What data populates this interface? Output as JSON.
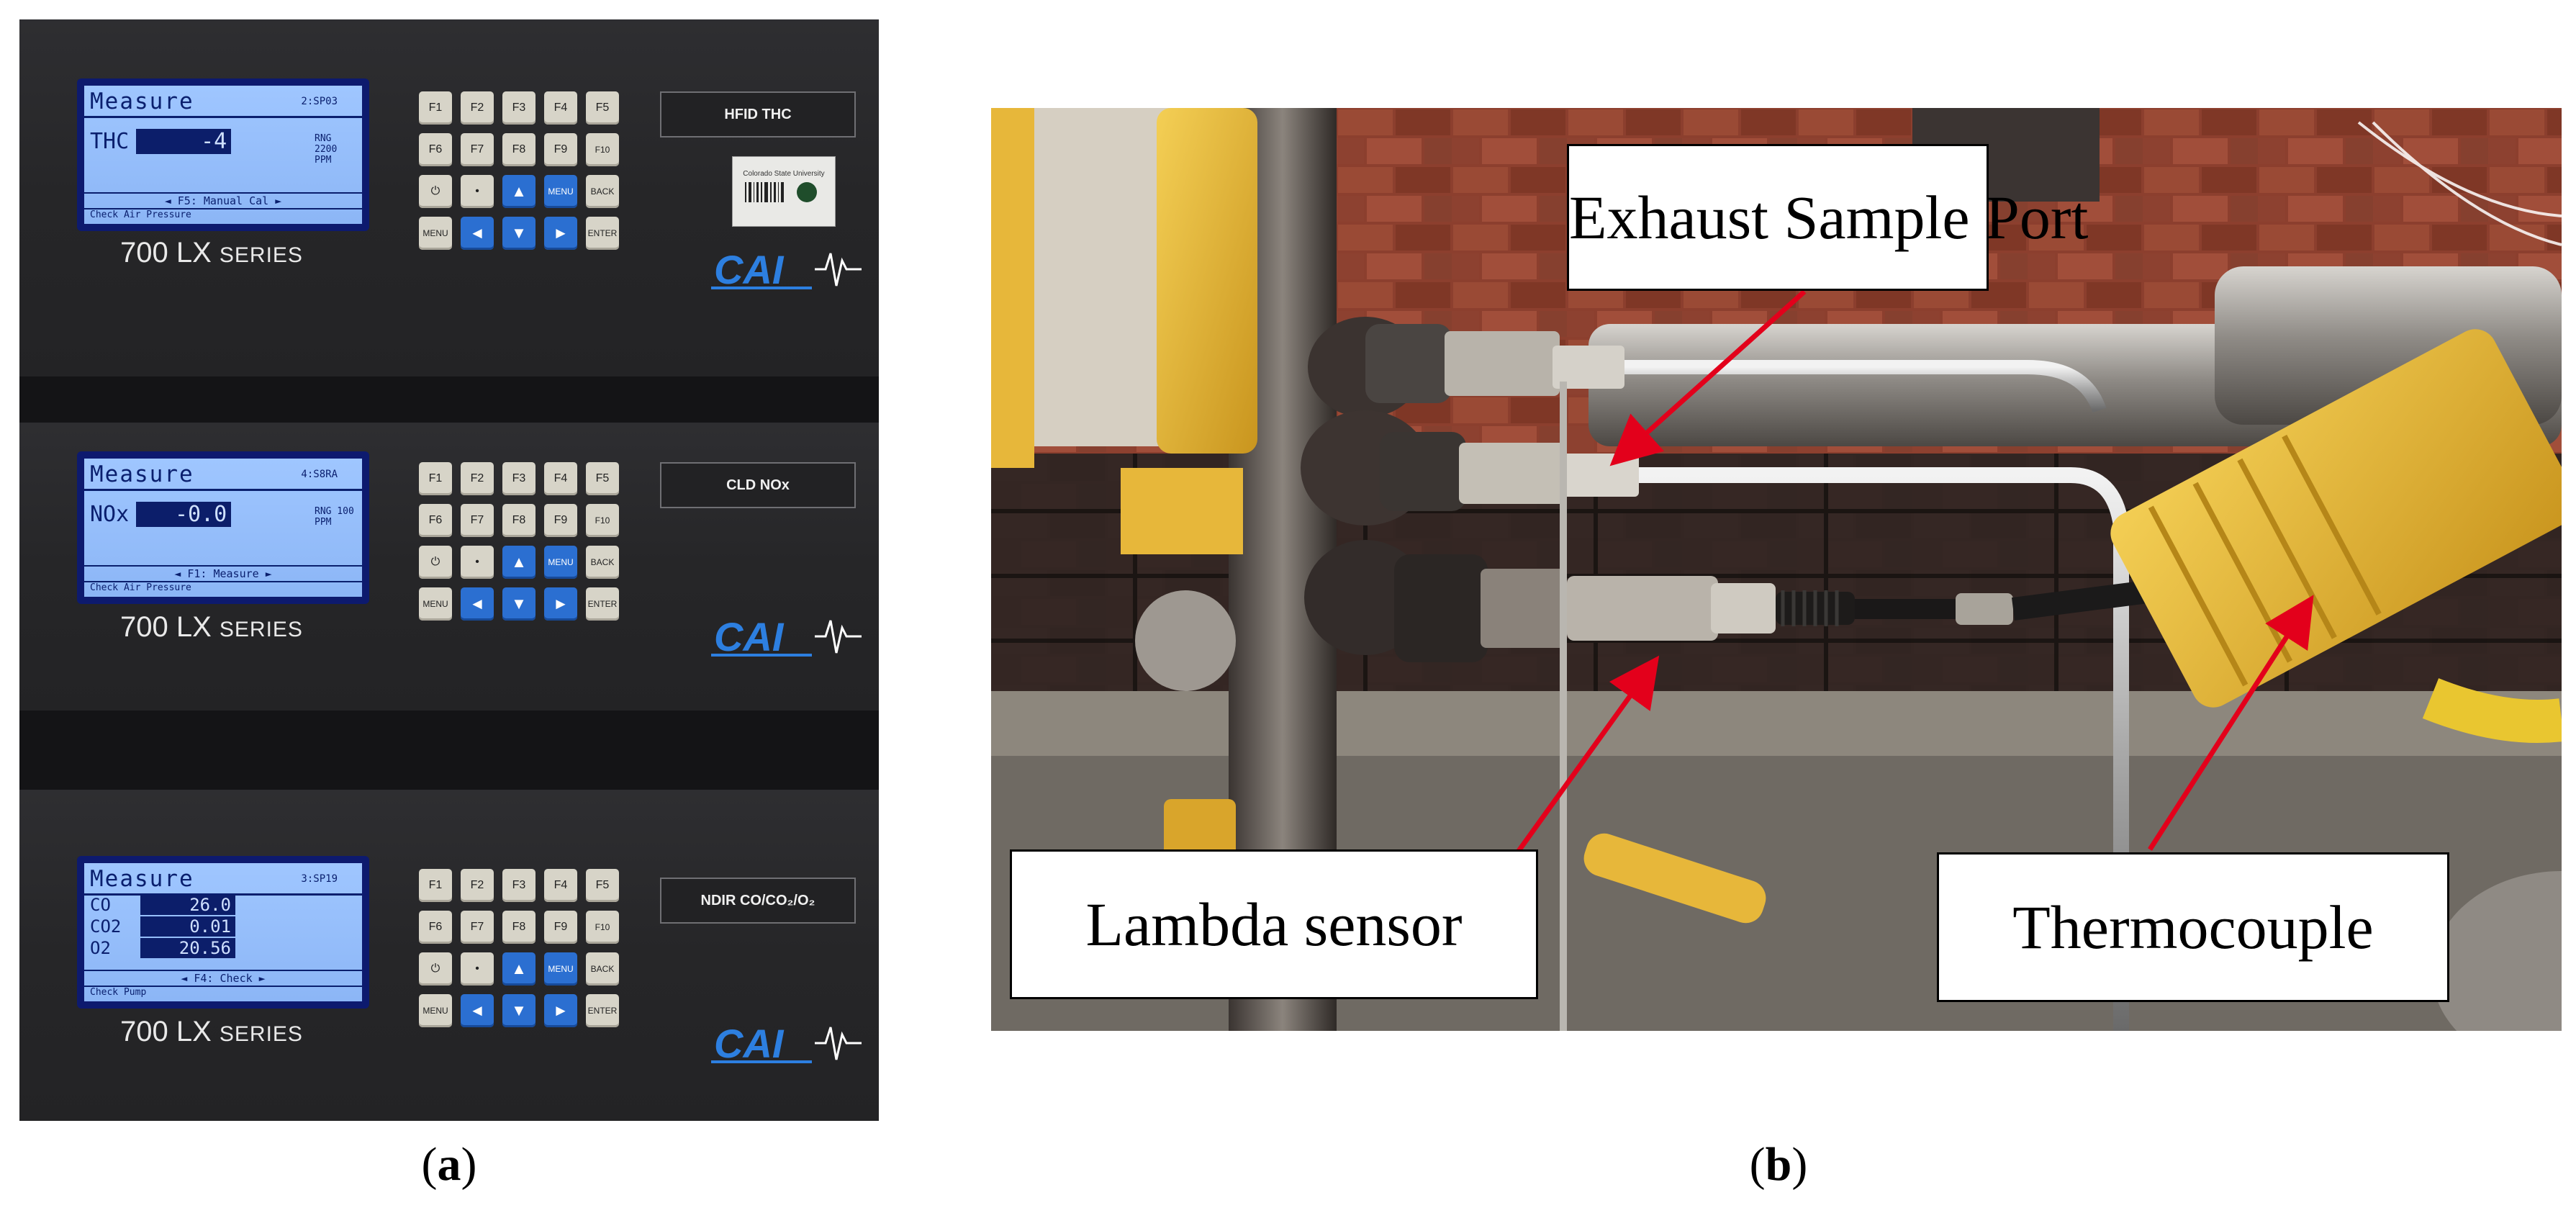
{
  "panel_a": {
    "caption_letter": "a",
    "units": [
      {
        "lcd_title": "Measure",
        "lcd_title_range": "2:SP03",
        "rows": [
          {
            "label": "THC",
            "value": "-4",
            "side": "RNG 2200 PPM"
          }
        ],
        "menu": "◄ F5: Manual Cal ►",
        "status": "Check Air Pressure",
        "series": "700 LX",
        "series_suffix": "SERIES",
        "label_plate": "HFID THC",
        "brand": "CAI",
        "sticker": "Colorado State University"
      },
      {
        "lcd_title": "Measure",
        "lcd_title_range": "4:S8RA",
        "rows": [
          {
            "label": "NOx",
            "value": "-0.0",
            "side": "RNG 100 PPM"
          }
        ],
        "menu": "◄ F1: Measure ►",
        "status": "Check Air Pressure",
        "series": "700 LX",
        "series_suffix": "SERIES",
        "label_plate": "CLD NOx",
        "brand": "CAI"
      },
      {
        "lcd_title": "Measure",
        "lcd_title_range": "3:SP19",
        "rows": [
          {
            "label": "CO",
            "value": "26.0",
            "side": ""
          },
          {
            "label": "CO2",
            "value": "0.01",
            "side": ""
          },
          {
            "label": "O2",
            "value": "20.56",
            "side": ""
          }
        ],
        "menu": "◄ F4: Check ►",
        "status": "Check Pump",
        "series": "700 LX",
        "series_suffix": "SERIES",
        "label_plate": "NDIR CO/CO₂/O₂",
        "brand": "CAI"
      }
    ],
    "keys": {
      "row1": [
        "F1",
        "F2",
        "F3",
        "F4",
        "F5"
      ],
      "row2": [
        "F6",
        "F7",
        "F8",
        "F9",
        "F10"
      ],
      "row3": [
        "⏻",
        "•",
        "▲",
        "MENU",
        "BACK"
      ],
      "row4": [
        "MENU",
        "◄",
        "▼",
        "►",
        "ENTER"
      ]
    }
  },
  "panel_b": {
    "caption_letter": "b",
    "callouts": {
      "exhaust": "Exhaust Sample Port",
      "lambda": "Lambda sensor",
      "thermo": "Thermocouple"
    }
  },
  "colors": {
    "arrow": "#e3001b",
    "lcd_background": "#9fc6ff",
    "lcd_text": "#0a1f6e",
    "key_blue": "#2b6fd1",
    "connector_yellow": "#e7b73a"
  }
}
